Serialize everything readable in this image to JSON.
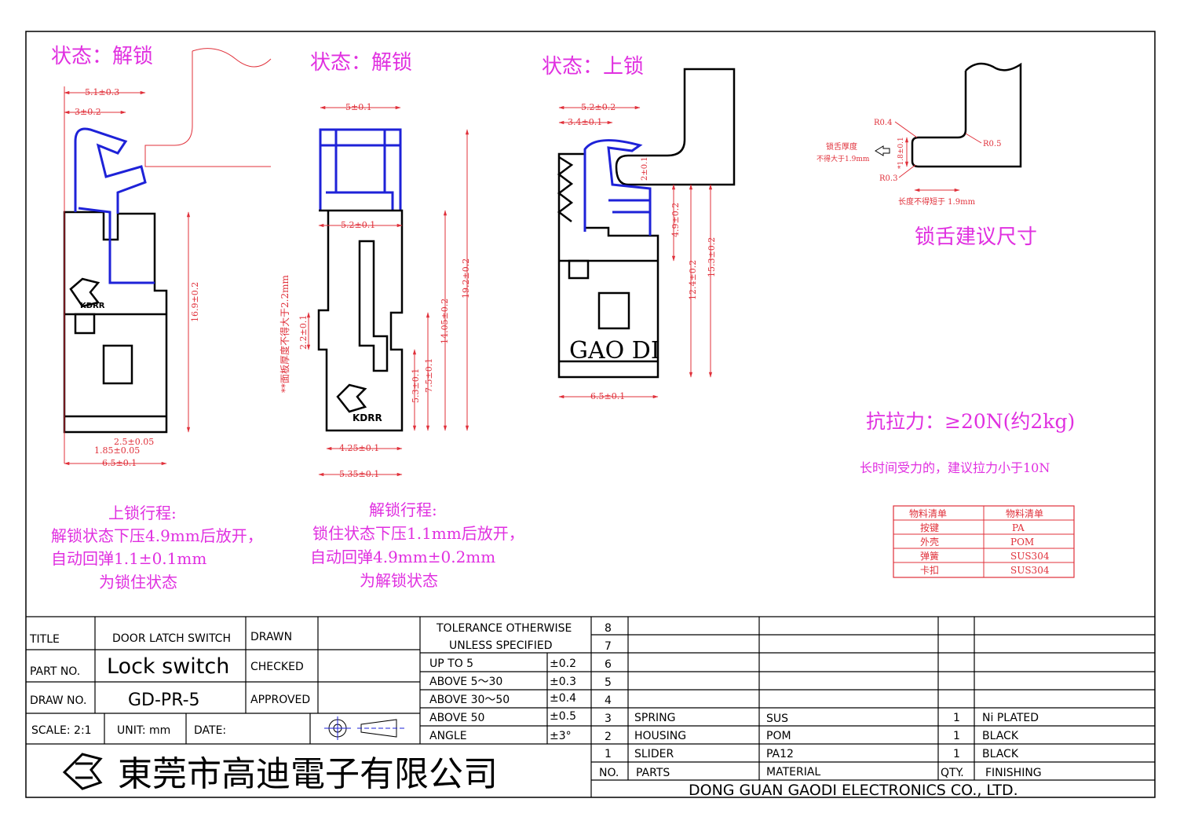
{
  "views": {
    "v1": {
      "state": "状态：解锁",
      "d1": "5.1±0.3",
      "d2": "3±0.2",
      "d3": "16.9±0.2",
      "d4": "2.5±0.05",
      "d5": "1.85±0.05",
      "d6": "6.5±0.1",
      "logo": "KDRR"
    },
    "v2": {
      "state": "状态：解锁",
      "d1": "5±0.1",
      "d2": "5.2±0.1",
      "d3": "19.2±0.2",
      "d4": "14.05±0.2",
      "d5": "7.5±0.1",
      "d6": "5.3±0.1",
      "d7": "2.2±0.1",
      "d8": "4.25±0.1",
      "d9": "5.35±0.1",
      "note": "**面板厚度不得大于2.2mm",
      "logo": "KDRR"
    },
    "v3": {
      "state": "状态：上锁",
      "d1": "5.2±0.2",
      "d2": "3.4±0.1",
      "d3": "2±0.1",
      "d4": "4.9±0.2",
      "d5": "12.4±0.2",
      "d6": "15.3±0.2",
      "d7": "6.5±0.1",
      "mark": "GAO DI"
    },
    "tongue": {
      "r1": "R0.4",
      "r2": "R0.5",
      "r3": "R0.3",
      "thick": "*1.8±0.1",
      "thick_note1": "锁舌厚度",
      "thick_note2": "不得大于1.9mm",
      "len_note": "长度不得短于 1.9mm",
      "title": "锁舌建议尺寸"
    }
  },
  "force": {
    "main": "抗拉力：≥20N(约2kg)",
    "note": "长时间受力的，建议拉力小于10N"
  },
  "lock_travel": {
    "l1": "上锁行程:",
    "l2": "解锁状态下压4.9mm后放开，",
    "l3": "自动回弹1.1±0.1mm",
    "l4": "为锁住状态"
  },
  "unlock_travel": {
    "l1": "解锁行程:",
    "l2": "锁住状态下压1.1mm后放开，",
    "l3": "自动回弹4.9mm±0.2mm",
    "l4": "为解锁状态"
  },
  "materials_table": {
    "headers": [
      "物料清单",
      "物料清单"
    ],
    "rows": [
      [
        "按键",
        "PA"
      ],
      [
        "外壳",
        "POM"
      ],
      [
        "弹簧",
        "SUS304"
      ],
      [
        "卡扣",
        "SUS304"
      ]
    ]
  },
  "title_block": {
    "title_label": "TITLE",
    "title_value": "DOOR LATCH SWITCH",
    "part_label": "PART NO.",
    "part_value": "Lock switch",
    "draw_label": "DRAW NO.",
    "draw_value": "GD-PR-5",
    "drawn": "DRAWN",
    "checked": "CHECKED",
    "approved": "APPROVED",
    "scale": "SCALE: 2:1",
    "unit": "UNIT: mm",
    "date": "DATE:",
    "tol_h1": "TOLERANCE OTHERWISE",
    "tol_h2": "UNLESS SPECIFIED",
    "tol": [
      [
        "UP TO 5",
        "±0.2"
      ],
      [
        "ABOVE 5～30",
        "±0.3"
      ],
      [
        "ABOVE 30～50",
        "±0.4"
      ],
      [
        "ABOVE 50",
        "±0.5"
      ],
      [
        "ANGLE",
        "±3°"
      ]
    ],
    "company_cn": "東莞市高迪電子有限公司",
    "company_en": "DONG GUAN GAODI ELECTRONICS CO., LTD."
  },
  "bom": {
    "headers": {
      "no": "NO.",
      "parts": "PARTS",
      "material": "MATERIAL",
      "qty": "QTY.",
      "finishing": "FINISHING"
    },
    "rows": [
      {
        "no": "8",
        "parts": "",
        "material": "",
        "qty": "",
        "finishing": ""
      },
      {
        "no": "7",
        "parts": "",
        "material": "",
        "qty": "",
        "finishing": ""
      },
      {
        "no": "6",
        "parts": "",
        "material": "",
        "qty": "",
        "finishing": ""
      },
      {
        "no": "5",
        "parts": "",
        "material": "",
        "qty": "",
        "finishing": ""
      },
      {
        "no": "4",
        "parts": "",
        "material": "",
        "qty": "",
        "finishing": ""
      },
      {
        "no": "3",
        "parts": "SPRING",
        "material": "SUS",
        "qty": "1",
        "finishing": "Ni PLATED"
      },
      {
        "no": "2",
        "parts": "HOUSING",
        "material": "POM",
        "qty": "1",
        "finishing": "BLACK"
      },
      {
        "no": "1",
        "parts": "SLIDER",
        "material": "PA12",
        "qty": "1",
        "finishing": "BLACK"
      }
    ]
  }
}
